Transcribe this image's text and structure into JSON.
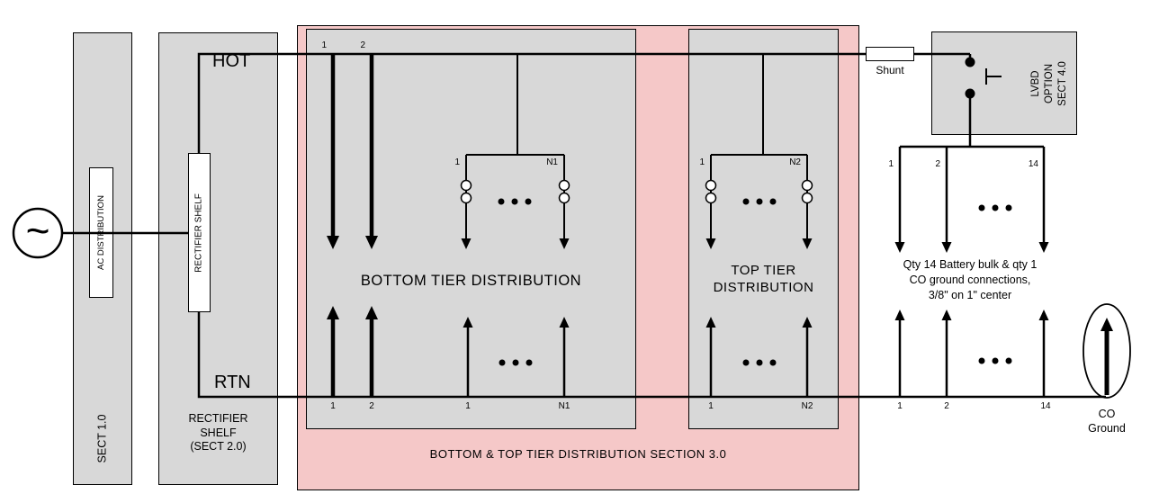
{
  "ac_source": {
    "symbol": "~"
  },
  "sect1": {
    "box_label": "SECT 1.0",
    "inner_label": "AC DISTRIBUTION"
  },
  "rectifier": {
    "inner_label": "RECTIFIER SHELF",
    "box_label": "RECTIFIER\nSHELF\n(SECT 2.0)",
    "hot_label": "HOT",
    "rtn_label": "RTN"
  },
  "section3": {
    "title": "BOTTOM & TOP TIER DISTRIBUTION SECTION 3.0"
  },
  "bottom_tier": {
    "title": "BOTTOM TIER DISTRIBUTION",
    "feed_labels": [
      "1",
      "2"
    ],
    "breaker_labels": [
      "1",
      "N1"
    ],
    "return_labels": [
      "1",
      "2",
      "1",
      "N1"
    ]
  },
  "top_tier": {
    "title": "TOP TIER\nDISTRIBUTION",
    "breaker_labels": [
      "1",
      "N2"
    ],
    "return_labels": [
      "1",
      "N2"
    ]
  },
  "shunt": {
    "label": "Shunt"
  },
  "lvbd": {
    "label": "LVBD\nOPTION\nSECT 4.0"
  },
  "battery": {
    "feed_labels": [
      "1",
      "2",
      "14"
    ],
    "note": "Qty 14 Battery bulk & qty 1\nCO ground connections,\n3/8\" on 1\" center",
    "return_labels": [
      "1",
      "2",
      "14"
    ]
  },
  "co_ground": {
    "label": "CO\nGround"
  },
  "colors": {
    "box_gray": "#d8d8d8",
    "section3_pink": "#f5c8c8",
    "line": "#000000"
  }
}
